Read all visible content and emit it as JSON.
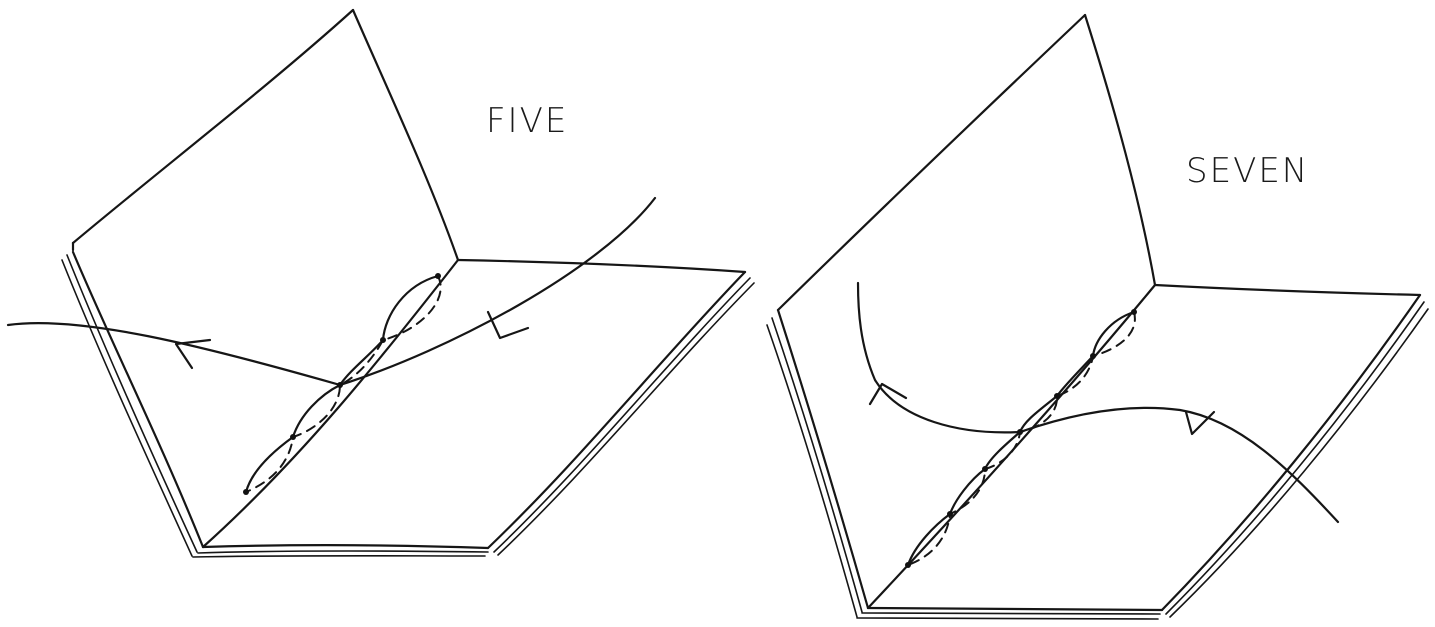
{
  "diagrams": [
    {
      "id": "five",
      "label": "FIVE"
    },
    {
      "id": "seven",
      "label": "SEVEN"
    }
  ]
}
